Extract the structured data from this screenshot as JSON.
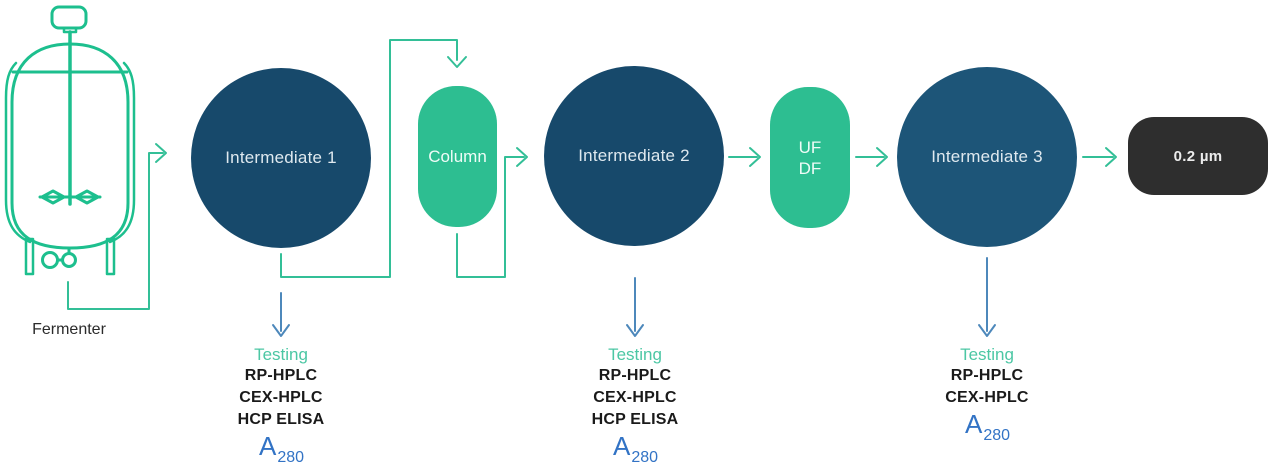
{
  "diagram": {
    "fermenter": {
      "label": "Fermenter"
    },
    "nodes": {
      "intermediate1": {
        "label": "Intermediate 1"
      },
      "column": {
        "label": "Column"
      },
      "intermediate2": {
        "label": "Intermediate 2"
      },
      "ufdf": {
        "line1": "UF",
        "line2": "DF"
      },
      "intermediate3": {
        "label": "Intermediate 3"
      },
      "filter": {
        "label": "0.2 µm"
      }
    },
    "testing_blocks": [
      {
        "title": "Testing",
        "tests": [
          "RP-HPLC",
          "CEX-HPLC",
          "HCP ELISA"
        ],
        "absorbance_base": "A",
        "absorbance_sub": "280"
      },
      {
        "title": "Testing",
        "tests": [
          "RP-HPLC",
          "CEX-HPLC",
          "HCP ELISA"
        ],
        "absorbance_base": "A",
        "absorbance_sub": "280"
      },
      {
        "title": "Testing",
        "tests": [
          "RP-HPLC",
          "CEX-HPLC"
        ],
        "absorbance_base": "A",
        "absorbance_sub": "280"
      }
    ],
    "colors": {
      "circle_navy": "#17496b",
      "circle_navy_light": "#1d5578",
      "shape_green": "#2dbe91",
      "line_teal": "#33bf97",
      "fermenter_teal": "#1dbf8e",
      "filter_dark": "#2e2e2e",
      "arrow_blue": "#4d88bb",
      "testing_title_teal": "#4cc7a4",
      "absorbance_blue": "#3273c5"
    }
  }
}
